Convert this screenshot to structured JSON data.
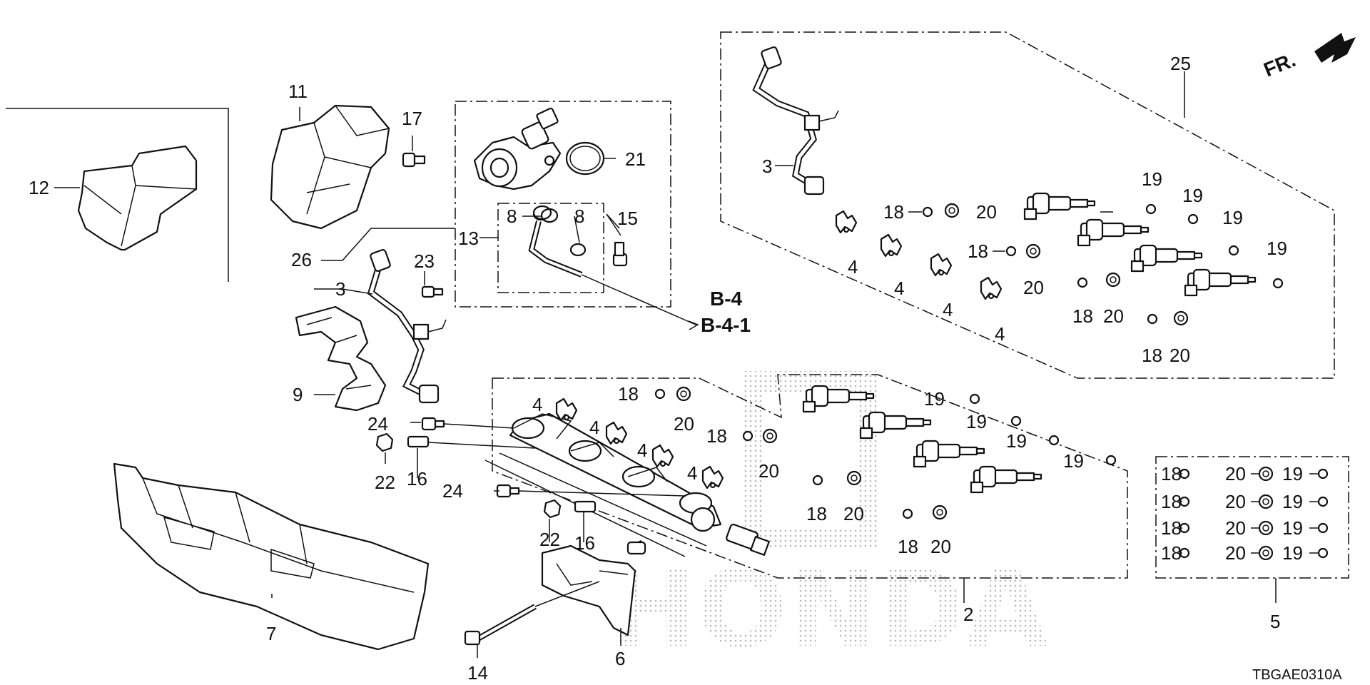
{
  "diagram": {
    "diagram_code": "TBGAE0310A",
    "direction_label": "FR.",
    "reference_label_1": "B-4",
    "reference_label_2": "B-4-1",
    "watermark": "HONDA",
    "callouts": {
      "c2": "2",
      "c3a": "3",
      "c3b": "3",
      "c4a": "4",
      "c4b": "4",
      "c4c": "4",
      "c4d": "4",
      "c4e": "4",
      "c4f": "4",
      "c4g": "4",
      "c4h": "4",
      "c5": "5",
      "c6": "6",
      "c7": "7",
      "c8a": "8",
      "c8b": "8",
      "c9": "9",
      "c11": "11",
      "c12": "12",
      "c13": "13",
      "c14": "14",
      "c15": "15",
      "c16a": "16",
      "c16b": "16",
      "c17": "17",
      "c18a": "18",
      "c18b": "18",
      "c18c": "18",
      "c18d": "18",
      "c18e": "18",
      "c18f": "18",
      "c18g": "18",
      "c18h": "18",
      "c19a": "19",
      "c19b": "19",
      "c19c": "19",
      "c19d": "19",
      "c19e": "19",
      "c19f": "19",
      "c19g": "19",
      "c19h": "19",
      "c20a": "20",
      "c20b": "20",
      "c20c": "20",
      "c20d": "20",
      "c20e": "20",
      "c20f": "20",
      "c20g": "20",
      "c20h": "20",
      "c21": "21",
      "c22a": "22",
      "c22b": "22",
      "c23": "23",
      "c24a": "24",
      "c24b": "24",
      "c25": "25",
      "c26": "26",
      "k18a": "18",
      "k18b": "18",
      "k18c": "18",
      "k18d": "18",
      "k20a": "20",
      "k20b": "20",
      "k20c": "20",
      "k20d": "20",
      "k19a": "19",
      "k19b": "19",
      "k19c": "19",
      "k19d": "19"
    }
  }
}
